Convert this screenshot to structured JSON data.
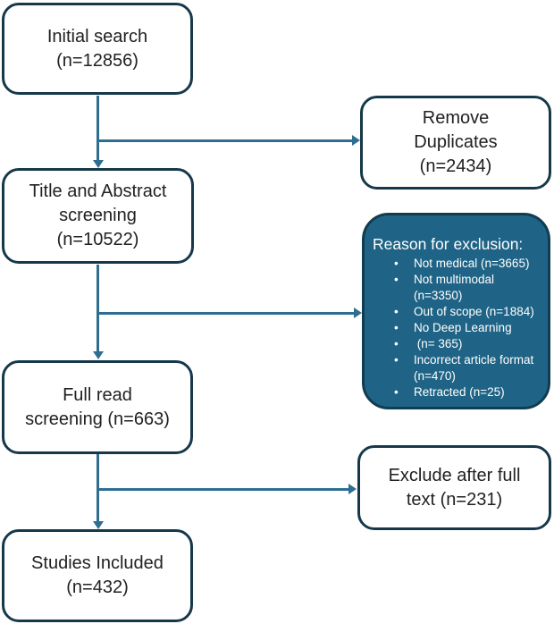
{
  "diagram": {
    "type": "flowchart",
    "subject": "literature screening / PRISMA-style study selection",
    "colors": {
      "background": "#ffffff",
      "box_border": "#16384a",
      "box_fill": "#ffffff",
      "box_text": "#212121",
      "arrow": "#2e6e91",
      "exclusion_fill": "#1f6486",
      "exclusion_border": "#123c50",
      "exclusion_text": "#ffffff"
    },
    "nodes": {
      "initial_search": "Initial search\n(n=12856)",
      "remove_duplicates": "Remove\nDuplicates\n(n=2434)",
      "title_abstract_screening": "Title and Abstract\nscreening\n(n=10522)",
      "full_read_screening": "Full read\nscreening (n=663)",
      "exclude_after_full_text": "Exclude after full\ntext (n=231)",
      "studies_included": "Studies Included\n(n=432)"
    },
    "exclusion": {
      "title": "Reason for exclusion:",
      "items": [
        "Not medical (n=3665)",
        "Not multimodal (n=3350)",
        "Out of scope (n=1884)",
        "No Deep Learning",
        " (n= 365)",
        "Incorrect article format (n=470)",
        "Retracted (n=25)"
      ]
    },
    "edges": [
      "initial_search -> title_abstract_screening",
      "initial_search -> remove_duplicates",
      "title_abstract_screening -> full_read_screening",
      "title_abstract_screening -> exclusion_reasons",
      "full_read_screening -> studies_included",
      "full_read_screening -> exclude_after_full_text"
    ]
  }
}
